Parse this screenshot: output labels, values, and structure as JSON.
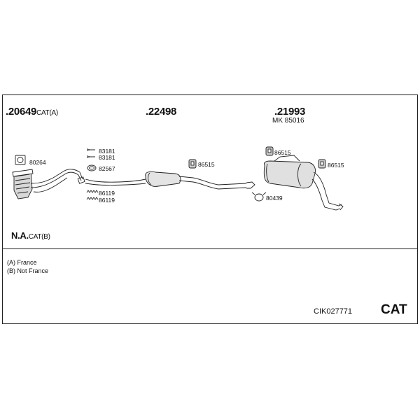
{
  "groups": [
    {
      "part": ".20649",
      "suffix": "CAT(A)"
    },
    {
      "part": ".22498",
      "suffix": ""
    },
    {
      "part": ".21993",
      "suffix": "",
      "kit": "MK  85016"
    }
  ],
  "variant_label": {
    "part": "N.A.",
    "suffix": "CAT(B)"
  },
  "parts": {
    "gasket_80264": "80264",
    "bolt_83181_a": "83181",
    "bolt_83181_b": "83181",
    "ring_82567": "82567",
    "spring_86119_a": "86119",
    "spring_86119_b": "86119",
    "hanger_86515_mid": "86515",
    "hanger_86515_top": "86515",
    "hanger_86515_right": "86515",
    "clamp_80439": "80439"
  },
  "notes": [
    "(A) France",
    "(B) Not France"
  ],
  "diagram_code": "CIK027771",
  "category": "CAT"
}
